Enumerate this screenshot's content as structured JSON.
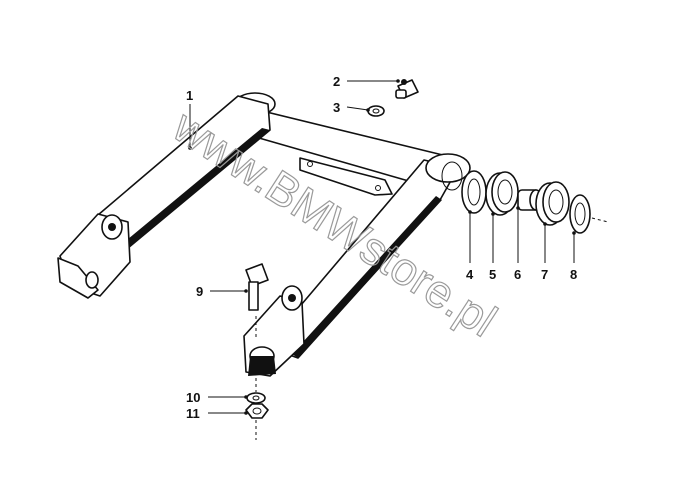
{
  "watermark": "www.BMWstore.pl",
  "callouts": {
    "c1": "1",
    "c2": "2",
    "c3": "3",
    "c4": "4",
    "c5": "5",
    "c6": "6",
    "c7": "7",
    "c8": "8",
    "c9": "9",
    "c10": "10",
    "c11": "11"
  }
}
